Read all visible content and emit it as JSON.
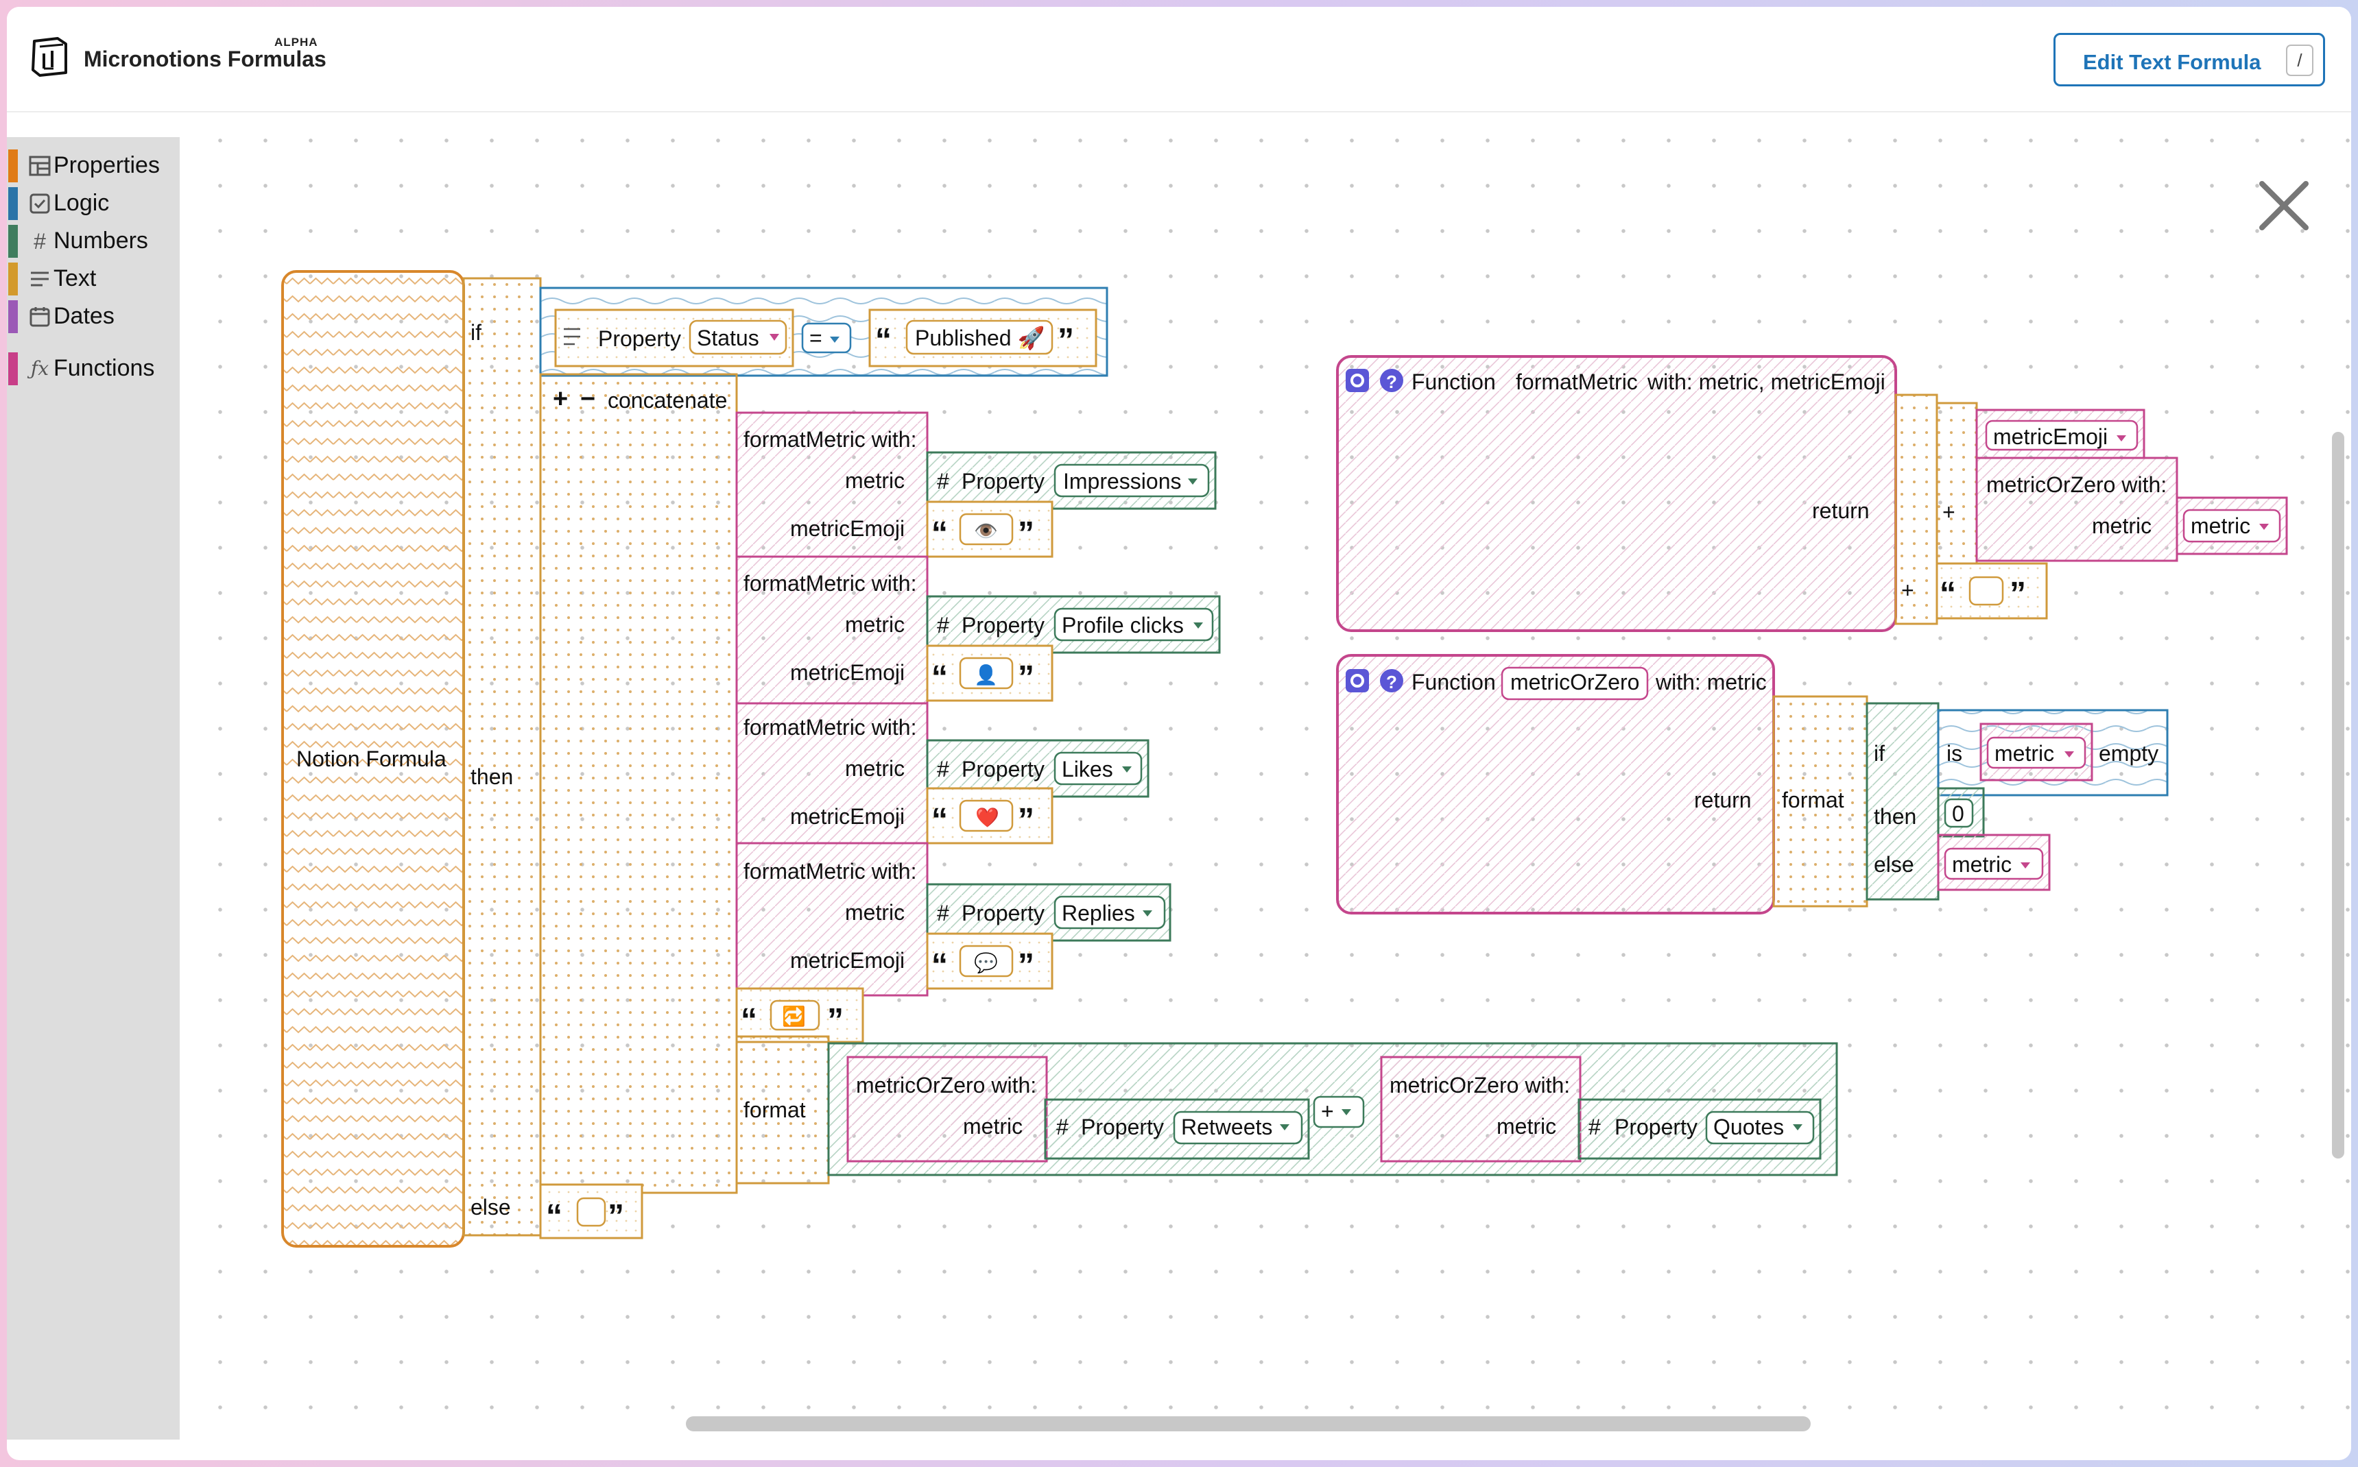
{
  "header": {
    "title": "Micronotions Formulas",
    "badge": "ALPHA",
    "edit_button": "Edit Text Formula",
    "shortcut": "/"
  },
  "toolbox": {
    "categories": [
      {
        "label": "Properties",
        "color": "#e07b16",
        "icon": "table-icon"
      },
      {
        "label": "Logic",
        "color": "#2b74a8",
        "icon": "checkbox-icon"
      },
      {
        "label": "Numbers",
        "color": "#3f7d5e",
        "icon": "hash-icon"
      },
      {
        "label": "Text",
        "color": "#d39a2c",
        "icon": "lines-icon"
      },
      {
        "label": "Dates",
        "color": "#9b59b6",
        "icon": "calendar-icon"
      },
      {
        "label": "Functions",
        "color": "#c83e88",
        "icon": "fx-icon"
      }
    ]
  },
  "colors": {
    "root": "#d8872b",
    "text": "#d09a3c",
    "logic": "#2e7eb1",
    "number": "#3c7a5a",
    "function": "#c4468c",
    "property": "#d09a3c",
    "variable": "#c4468c"
  },
  "blocks": {
    "root": "Notion Formula",
    "if_kw": "if",
    "then_kw": "then",
    "else_kw": "else",
    "property_kw": "Property",
    "status_prop": "Status",
    "equals_op": "=",
    "published_value": "Published 🚀",
    "concat": "concatenate",
    "plus_sign": "+",
    "minus_sign": "−",
    "format_metric_with": "formatMetric with:",
    "metric_label": "metric",
    "metric_emoji_label": "metricEmoji",
    "metrics": [
      {
        "property": "Impressions",
        "emoji": "👁️"
      },
      {
        "property": "Profile clicks",
        "emoji": "👤"
      },
      {
        "property": "Likes",
        "emoji": "❤️"
      },
      {
        "property": "Replies",
        "emoji": "💬"
      }
    ],
    "repeat_emoji": "🔁",
    "format_kw": "format",
    "metric_or_zero_with": "metricOrZero with:",
    "retweets_prop": "Retweets",
    "quotes_prop": "Quotes",
    "add_op": "+",
    "else_value": ""
  },
  "functions": [
    {
      "keyword": "Function",
      "name": "formatMetric",
      "params": "with: metric, metricEmoji",
      "return_kw": "return",
      "body": {
        "emoji_var": "metricEmoji",
        "plus": "+",
        "call": "metricOrZero with:",
        "arg_label": "metric",
        "arg_var": "metric",
        "text_value": ""
      }
    },
    {
      "keyword": "Function",
      "name": "metricOrZero",
      "params": "with: metric",
      "return_kw": "return",
      "body": {
        "format_kw": "format",
        "if_kw": "if",
        "then_kw": "then",
        "else_kw": "else",
        "is_kw": "is",
        "var": "metric",
        "empty_kw": "empty",
        "zero": "0",
        "else_var": "metric"
      }
    }
  ]
}
